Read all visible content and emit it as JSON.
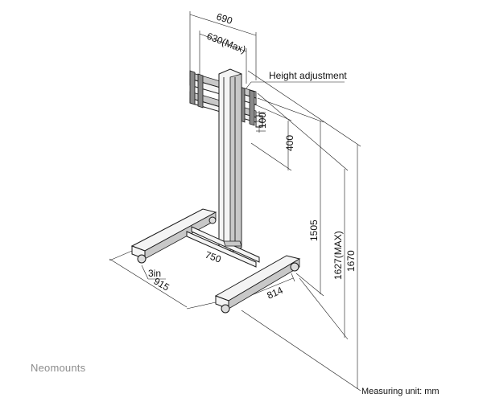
{
  "labels": {
    "height_adjustment": "Height adjustment",
    "measuring_unit": "Measuring unit: mm",
    "brand": "Neomounts"
  },
  "dimensions": {
    "width_total": "690",
    "width_max": "630(Max)",
    "offset": "100",
    "adjust_range": "400",
    "height_1505": "1505",
    "height_max": "1627(MAX)",
    "height_total": "1670",
    "base_depth": "750",
    "caster": "3in",
    "base_width": "915",
    "foot_length": "814"
  }
}
